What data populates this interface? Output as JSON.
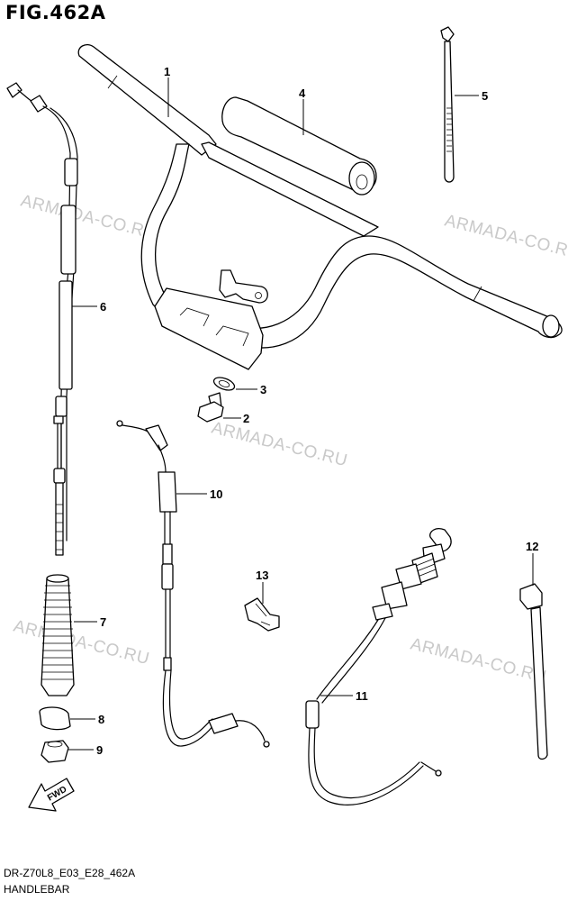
{
  "header": {
    "title": "FIG.462A"
  },
  "watermark": {
    "text": "ARMADA-CO.RU"
  },
  "fwd_label": "FWD",
  "callouts": [
    {
      "id": "1",
      "label": "1"
    },
    {
      "id": "2",
      "label": "2"
    },
    {
      "id": "3",
      "label": "3"
    },
    {
      "id": "4",
      "label": "4"
    },
    {
      "id": "5",
      "label": "5"
    },
    {
      "id": "6",
      "label": "6"
    },
    {
      "id": "7",
      "label": "7"
    },
    {
      "id": "8",
      "label": "8"
    },
    {
      "id": "9",
      "label": "9"
    },
    {
      "id": "10",
      "label": "10"
    },
    {
      "id": "11",
      "label": "11"
    },
    {
      "id": "12",
      "label": "12"
    },
    {
      "id": "13",
      "label": "13"
    }
  ],
  "footer": {
    "code": "DR-Z70L8_E03_E28_462A",
    "name": "HANDLEBAR"
  }
}
